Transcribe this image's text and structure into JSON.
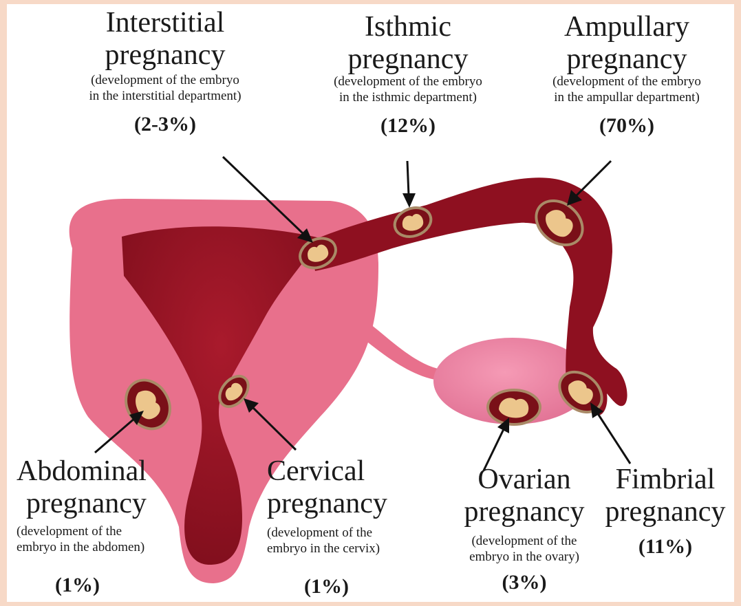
{
  "labels": {
    "interstitial": {
      "title1": "Interstitial",
      "title2": "pregnancy",
      "desc1": "(development of the embryo",
      "desc2": "in the interstitial department)",
      "percent": "(2-3%)"
    },
    "isthmic": {
      "title1": "Isthmic",
      "title2": "pregnancy",
      "desc1": "(development of the embryo",
      "desc2": "in the isthmic department)",
      "percent": "(12%)"
    },
    "ampullary": {
      "title1": "Ampullary",
      "title2": "pregnancy",
      "desc1": "(development of the embryo",
      "desc2": "in the ampullar department)",
      "percent": "(70%)"
    },
    "abdominal": {
      "title1": "Abdominal",
      "title2": "pregnancy",
      "desc1": "(development of the",
      "desc2": "embryo in the abdomen)",
      "percent": "(1%)"
    },
    "cervical": {
      "title1": "Cervical",
      "title2": "pregnancy",
      "desc1": "(development of the",
      "desc2": "embryo in the cervix)",
      "percent": "(1%)"
    },
    "ovarian": {
      "title1": "Ovarian",
      "title2": "pregnancy",
      "desc1": "(development of the",
      "desc2": "embryo in the ovary)",
      "percent": "(3%)"
    },
    "fimbrial": {
      "title1": "Fimbrial",
      "title2": "pregnancy",
      "percent": "(11%)"
    }
  },
  "colors": {
    "background": "#f7d9c7",
    "uterus_outer": "#e8708c",
    "uterus_inner": "#9b1424",
    "tube": "#8e1020",
    "ovary": "#ef86a4",
    "embryo_sac": "#7a1018",
    "embryo": "#ecc68c",
    "embryo_ring": "#a98a67"
  }
}
